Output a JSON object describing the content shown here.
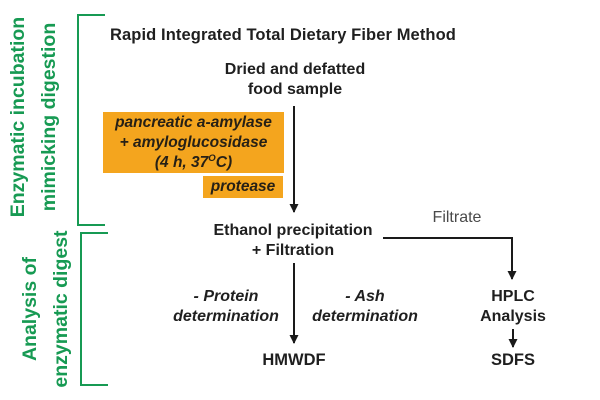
{
  "colors": {
    "green": "#179a53",
    "orange": "#f4a51e",
    "text": "#1f1f1f",
    "muted": "#4a4a4a"
  },
  "side_labels": {
    "top": {
      "line1": "Enzymatic incubation",
      "line2": "mimicking digestion"
    },
    "bottom": {
      "line1": "Analysis of",
      "line2": "enzymatic digest"
    }
  },
  "title": "Rapid Integrated Total Dietary Fiber Method",
  "flow": {
    "sample": {
      "line1": "Dried and defatted",
      "line2": "food sample"
    },
    "enzyme_box": {
      "line1": "pancreatic a-amylase",
      "line2": "+ amyloglucosidase",
      "line3_pre": "(4 h, 37",
      "line3_sup": "O",
      "line3_post": "C)"
    },
    "protease_box": "protease",
    "ethanol": {
      "line1": "Ethanol precipitation",
      "line2": "+ Filtration"
    },
    "filtrate_label": "Filtrate",
    "protein": {
      "line1": "- Protein",
      "line2": "determination"
    },
    "ash": {
      "line1": "- Ash",
      "line2": "determination"
    },
    "hplc": {
      "line1": "HPLC",
      "line2": "Analysis"
    },
    "hmwdf": "HMWDF",
    "sdfs": "SDFS"
  }
}
